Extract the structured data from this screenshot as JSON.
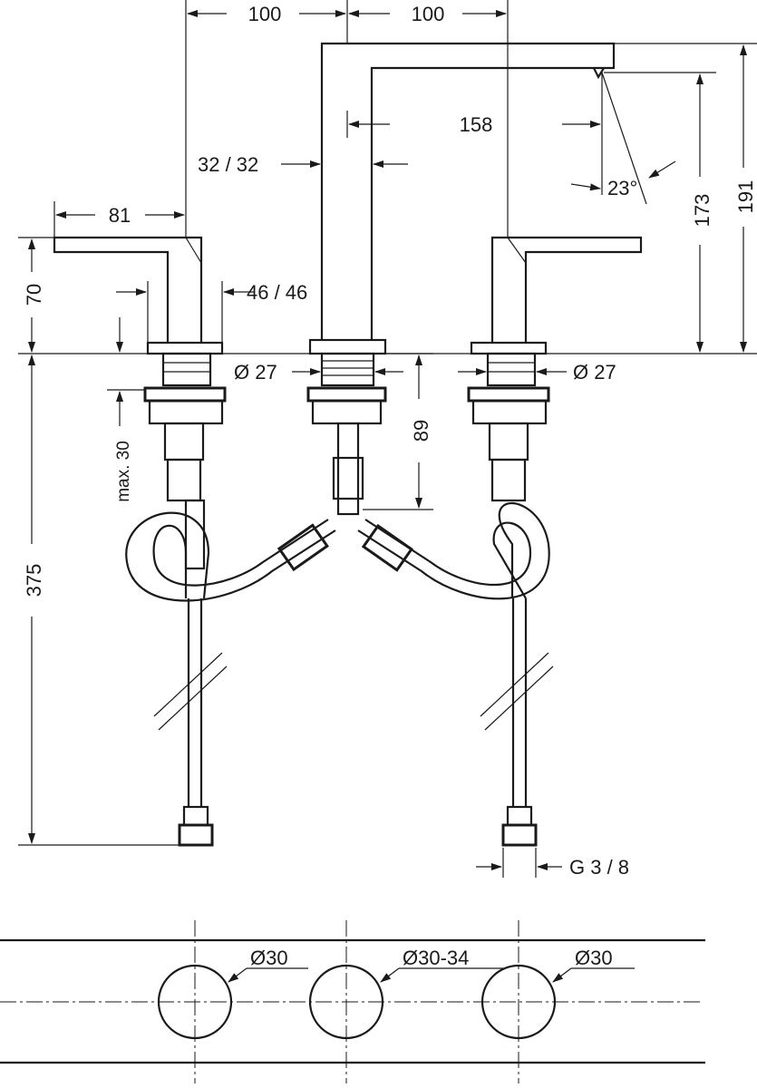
{
  "drawing": {
    "dimensions": {
      "top_left_spacing": "100",
      "top_right_spacing": "100",
      "spout_reach": "158",
      "spout_width": "32 / 32",
      "spout_angle": "23°",
      "spout_outlet_height": "173",
      "spout_total_height": "191",
      "handle_lever_length": "81",
      "handle_height": "70",
      "handle_body_size": "46 / 46",
      "left_shank_diameter": "Ø 27",
      "right_shank_diameter": "Ø 27",
      "spout_shank_length": "89",
      "max_deck_thickness": "max. 30",
      "supply_length": "375",
      "connection_thread": "G 3 / 8"
    },
    "plan_view": {
      "left_hole": "Ø30",
      "center_hole": "Ø30-34",
      "right_hole": "Ø30"
    }
  }
}
